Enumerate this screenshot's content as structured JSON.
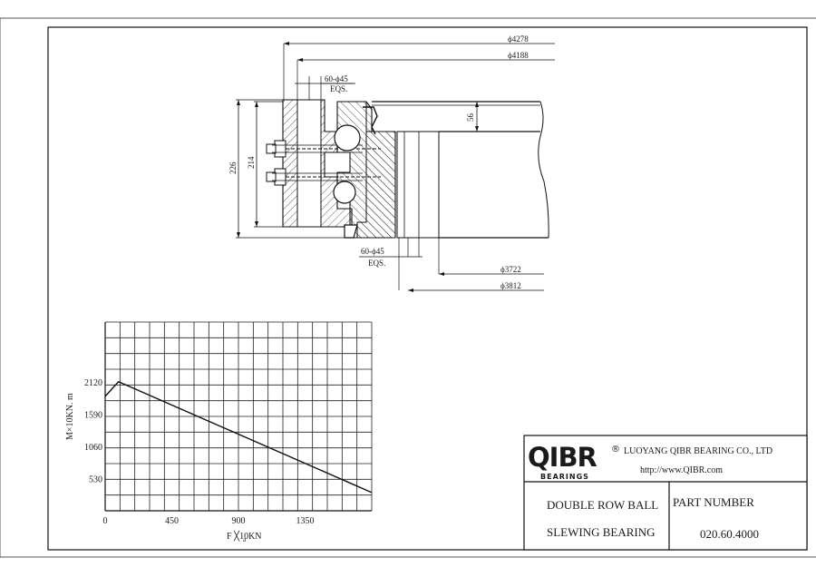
{
  "drawing": {
    "dimensions": {
      "outer_dia_1": "ϕ4278",
      "outer_dia_2": "ϕ4188",
      "inner_dia_1": "ϕ3722",
      "inner_dia_2": "ϕ3812",
      "holes_outer": "60-ϕ45",
      "holes_outer_eqs": "EQS.",
      "holes_inner": "60-ϕ45",
      "holes_inner_eqs": "EQS.",
      "height_total": "226",
      "height_2": "214",
      "offset": "56"
    }
  },
  "chart_data": {
    "type": "line",
    "xlabel": "F ╳10KN",
    "xlabel_sub": "a",
    "ylabel": "M×10KN. m",
    "x_ticks": [
      0,
      450,
      900,
      1350
    ],
    "y_ticks": [
      530,
      1060,
      1590,
      2120
    ],
    "xlim": [
      0,
      1800
    ],
    "ylim": [
      0,
      3100
    ],
    "grid": true,
    "series": [
      {
        "points": [
          [
            0,
            1880
          ],
          [
            90,
            2120
          ],
          [
            1800,
            300
          ]
        ]
      }
    ]
  },
  "title_block": {
    "logo_text": "QIBR",
    "logo_sub": "BEARINGS",
    "registered": "®",
    "company": "LUOYANG QIBR BEARING CO., LTD",
    "website": "http://www.QIBR.com",
    "product_line1": "DOUBLE ROW BALL",
    "product_line2": "SLEWING BEARING",
    "part_number_label": "PART NUMBER",
    "part_number": "020.60.4000"
  }
}
